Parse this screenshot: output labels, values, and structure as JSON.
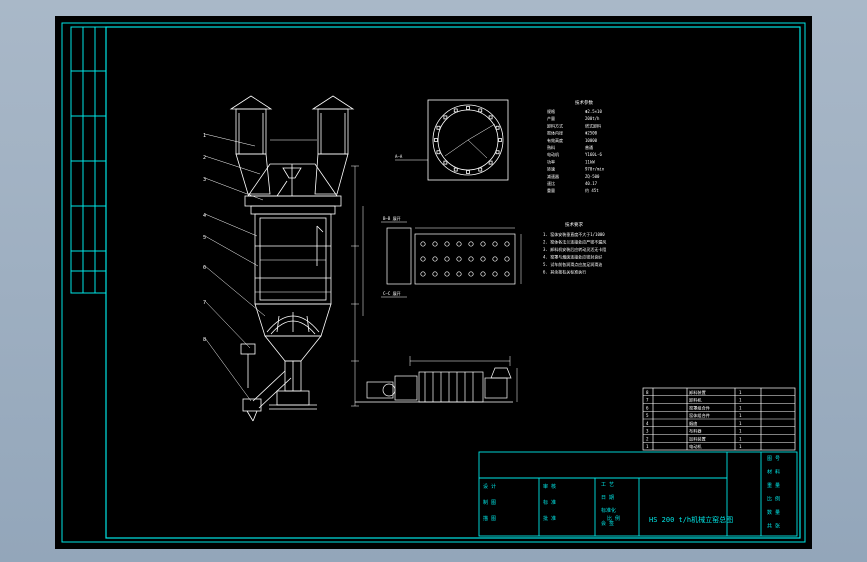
{
  "drawing": {
    "title": "HS 200 t/h机械立窑总图",
    "scale_label": "比 例",
    "colors": {
      "background": "#000000",
      "frame": "#00e6e6",
      "geometry": "#ffffff",
      "desktop": "#9fb0c2"
    }
  },
  "title_block": {
    "left_labels": [
      "设 计",
      "制 图",
      "描 图",
      "审 核",
      "标 准",
      "批 准"
    ],
    "mid_labels": [
      "工 艺",
      "日 期",
      "标准化",
      "会 签"
    ],
    "right_labels": [
      "图 号",
      "材 料",
      "重 量",
      "比 例",
      "数 量",
      "共 张"
    ]
  },
  "parts_list": {
    "rows": [
      {
        "no": "8",
        "name": "卸料装置",
        "qty": "1"
      },
      {
        "no": "7",
        "name": "卸料机",
        "qty": "1"
      },
      {
        "no": "6",
        "name": "窑罩组合件",
        "qty": "1"
      },
      {
        "no": "5",
        "name": "窑体组合件",
        "qty": "1"
      },
      {
        "no": "4",
        "name": "烟囱",
        "qty": "1"
      },
      {
        "no": "3",
        "name": "布料器",
        "qty": "1"
      },
      {
        "no": "2",
        "name": "加料装置",
        "qty": "1"
      },
      {
        "no": "1",
        "name": "电动机",
        "qty": "1"
      }
    ]
  },
  "tech_params": {
    "heading": "技术参数",
    "rows": [
      {
        "k": "规格",
        "v": "Φ2.5×10"
      },
      {
        "k": "产量",
        "v": "200t/h"
      },
      {
        "k": "卸料方式",
        "v": "塔式卸料"
      },
      {
        "k": "窑体内径",
        "v": "Φ2500"
      },
      {
        "k": "有效高度",
        "v": "10000"
      },
      {
        "k": "熟料",
        "v": "普通"
      },
      {
        "k": "电动机",
        "v": "Y160L-6"
      },
      {
        "k": "功率",
        "v": "11kW"
      },
      {
        "k": "转速",
        "v": "970r/min"
      },
      {
        "k": "减速器",
        "v": "ZQ-500"
      },
      {
        "k": "速比",
        "v": "40.17"
      },
      {
        "k": "重量",
        "v": "约 45t"
      }
    ]
  },
  "tech_requirements": {
    "heading": "技术要求",
    "lines": [
      "1. 窑体安装垂直度不大于1/1000",
      "2. 窑体各法兰连接处应严密不漏风",
      "3. 卸料机安装后应转动灵活无卡阻",
      "4. 窑罩与烟囱连接处应密封良好",
      "5. 试车前各润滑点应加足润滑油",
      "6. 其余按有关标准执行"
    ]
  },
  "section_labels": {
    "top_section": "A—A",
    "bolt_section": "B—B 展开",
    "bolt_section_2": "C—C 展开"
  },
  "leader_numbers": [
    "1",
    "2",
    "3",
    "4",
    "5",
    "6",
    "7",
    "8"
  ]
}
